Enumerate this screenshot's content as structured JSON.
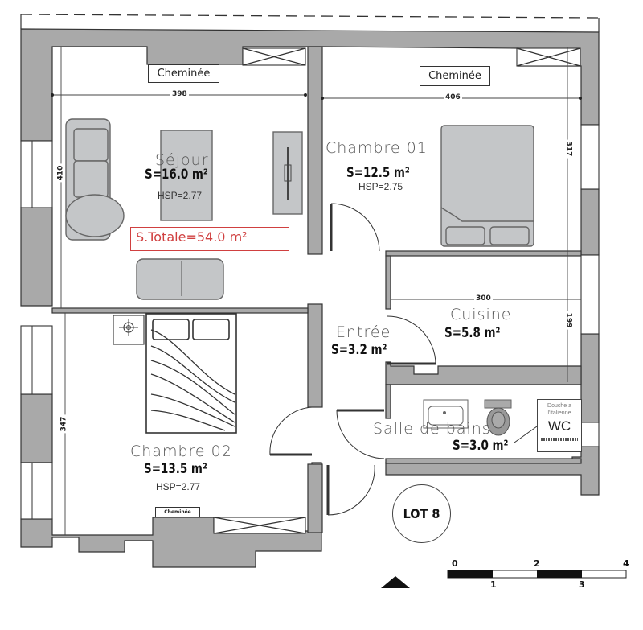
{
  "plan": {
    "lot_label": "LOT 8",
    "total_area": "S.Totale=54.0  m²",
    "total_area_color": "#d04040",
    "wall_color": "#a9a9a9"
  },
  "rooms": {
    "sejour": {
      "name": "Séjour",
      "area": "S=16.0 m²",
      "hsp": "HSP=2.77",
      "width_dim": "398",
      "height_dim": "410",
      "fireplace": "Cheminée"
    },
    "chambre01": {
      "name": "Chambre  01",
      "area": "S=12.5 m²",
      "hsp": "HSP=2.75",
      "width_dim": "406",
      "height_dim": "317",
      "fireplace": "Cheminée"
    },
    "cuisine": {
      "name": "Cuisine",
      "area": "S=5.8 m²",
      "width_dim": "300",
      "height_dim": "199"
    },
    "entree": {
      "name": "Entrée",
      "area": "S=3.2 m²"
    },
    "sdb": {
      "name": "Salle  de  bains",
      "area": "S=3.0 m²",
      "shower_note_line1": "Douche a",
      "shower_note_line2": "l'italienne",
      "shower_symbol": "WC"
    },
    "chambre02": {
      "name": "Chambre  02",
      "area": "S=13.5 m²",
      "hsp": "HSP=2.77",
      "height_dim": "347",
      "fireplace": "Cheminée"
    }
  },
  "scale_bar": {
    "top_ticks": [
      "0",
      "2",
      "4"
    ],
    "bottom_ticks": [
      "1",
      "3"
    ]
  },
  "north_arrow": "north-arrow"
}
